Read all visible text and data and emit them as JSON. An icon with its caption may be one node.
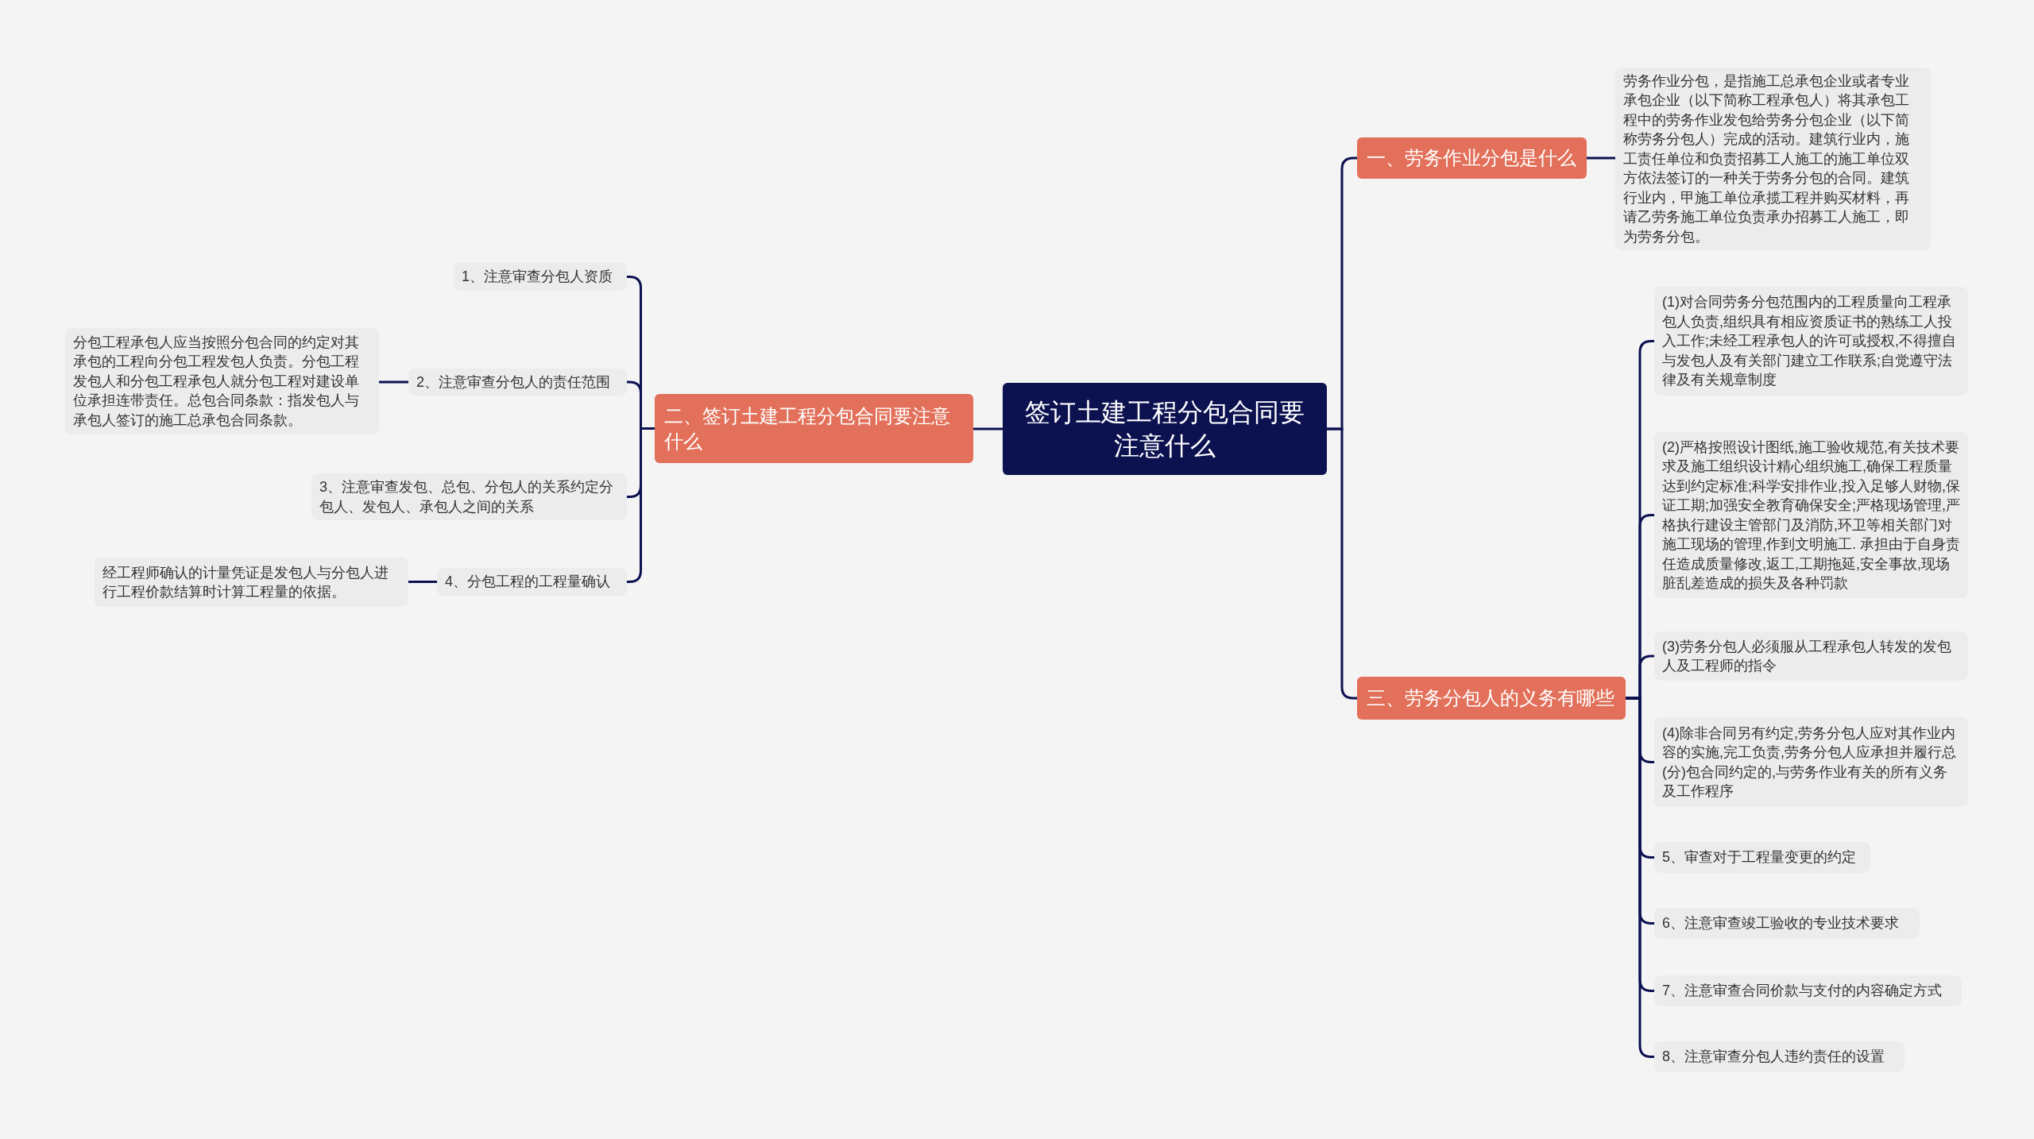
{
  "diagram": {
    "nodes": [
      {
        "text": [
          "签订土建工程分包合同要注意什么"
        ]
      },
      {
        "text": [
          "一、劳务作业分包是什么"
        ]
      },
      {
        "text": [
          "劳务作业分包，是指施工总承包企业或者专业承包企业（以下简称工程承包人）将其承包工程中的劳务作业发包给劳务分包企业（以下简称劳务分包人）完成的活动。建筑行业内，施工责任单位和负责招募工人施工的施工单位双方依法签订的一种关于劳务分包的合同。建筑行业内，甲施工单位承揽工程并购买材料，再请乙劳务施工单位负责承办招募工人施工，即为劳务分包。"
        ]
      },
      {
        "text": [
          "二、签订土建工程分包合同要注意什么"
        ]
      },
      {
        "text": [
          "1、注意审查分包人资质"
        ]
      },
      {
        "text": [
          "2、注意审查分包人的责任范围"
        ]
      },
      {
        "text": [
          "分包工程承包人应当按照分包合同的约定对其承包的工程向分包工程发包人负责。分包工程发包人和分包工程承包人就分包工程对建设单位承担连带责任。总包合同条款：指发包人与承包人签订的施工总承包合同条款。"
        ]
      },
      {
        "text": [
          "3、注意审查发包、总包、分包人的关系约定分包人、发包人、承包人之间的关系"
        ]
      },
      {
        "text": [
          "4、分包工程的工程量确认"
        ]
      },
      {
        "text": [
          "经工程师确认的计量凭证是发包人与分包人进行工程价款结算时计算工程量的依据。"
        ]
      },
      {
        "text": [
          "三、劳务分包人的义务有哪些"
        ]
      },
      {
        "text": [
          "(1)对合同劳务分包范围内的工程质量向工程承包人负责,组织具有相应资质证书的熟练工人投入工作;未经工程承包人的许可或授权,不得擅自与发包人及有关部门建立工作联系;自觉遵守法律及有关规章制度"
        ]
      },
      {
        "text": [
          "(2)严格按照设计图纸,施工验收规范,有关技术要求及施工组织设计精心组织施工,确保工程质量达到约定标准;科学安排作业,投入足够人财物,保证工期;加强安全教育确保安全;严格现场管理,严格执行建设主管部门及消防,环卫等相关部门对施工现场的管理,作到文明施工. 承担由于自身责任造成质量修改,返工,工期拖延,安全事故,现场脏乱差造成的损失及各种罚款"
        ]
      },
      {
        "text": [
          "(3)劳务分包人必须服从工程承包人转发的发包人及工程师的指令"
        ]
      },
      {
        "text": [
          "(4)除非合同另有约定,劳务分包人应对其作业内容的实施,完工负责,劳务分包人应承担并履行总(分)包合同约定的,与劳务作业有关的所有义务及工作程序"
        ]
      },
      {
        "text": [
          "5、审查对于工程量变更的约定"
        ]
      },
      {
        "text": [
          "6、注意审查竣工验收的专业技术要求"
        ]
      },
      {
        "text": [
          "7、注意审查合同价款与支付的内容确定方式"
        ]
      },
      {
        "text": [
          "8、注意审查分包人违约责任的设置"
        ]
      }
    ],
    "edges": [
      {
        "from": 0,
        "to": 1,
        "arrow": "none"
      },
      {
        "from": 1,
        "to": 2,
        "arrow": "none"
      },
      {
        "from": 0,
        "to": 3,
        "arrow": "none"
      },
      {
        "from": 3,
        "to": 4,
        "arrow": "none"
      },
      {
        "from": 3,
        "to": 5,
        "arrow": "none"
      },
      {
        "from": 5,
        "to": 6,
        "arrow": "none"
      },
      {
        "from": 3,
        "to": 7,
        "arrow": "none"
      },
      {
        "from": 3,
        "to": 8,
        "arrow": "none"
      },
      {
        "from": 8,
        "to": 9,
        "arrow": "none"
      },
      {
        "from": 0,
        "to": 10,
        "arrow": "none"
      },
      {
        "from": 10,
        "to": 11,
        "arrow": "none"
      },
      {
        "from": 10,
        "to": 12,
        "arrow": "none"
      },
      {
        "from": 10,
        "to": 13,
        "arrow": "none"
      },
      {
        "from": 10,
        "to": 14,
        "arrow": "none"
      },
      {
        "from": 10,
        "to": 15,
        "arrow": "none"
      },
      {
        "from": 10,
        "to": 16,
        "arrow": "none"
      },
      {
        "from": 10,
        "to": 17,
        "arrow": "none"
      },
      {
        "from": 10,
        "to": 18,
        "arrow": "none"
      }
    ]
  }
}
